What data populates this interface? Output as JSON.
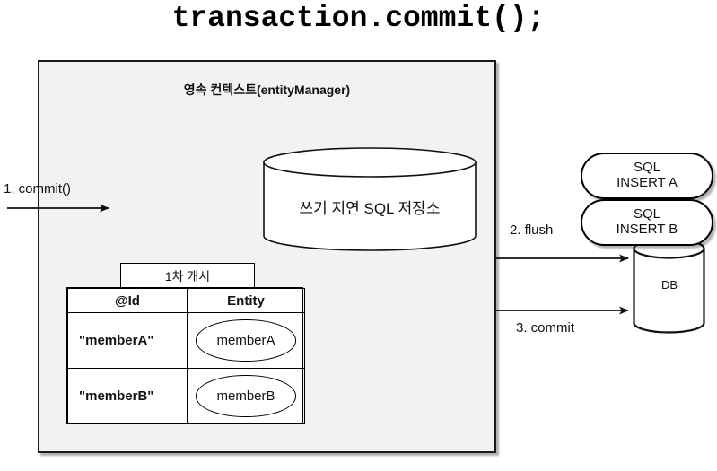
{
  "title": "transaction.commit();",
  "persistence_context": {
    "header": "영속 컨텍스트(entityManager)"
  },
  "sql_store": {
    "label": "쓰기 지연 SQL 저장소"
  },
  "cache": {
    "tab_label": "1차 캐시",
    "columns": [
      "@Id",
      "Entity"
    ],
    "rows": [
      {
        "id": "\"memberA\"",
        "entity": "memberA"
      },
      {
        "id": "\"memberB\"",
        "entity": "memberB"
      }
    ]
  },
  "flow": {
    "step1": "1. commit()",
    "step2": "2. flush",
    "step3": "3. commit"
  },
  "sql_statements": [
    {
      "line1": "SQL",
      "line2": "INSERT A"
    },
    {
      "line1": "SQL",
      "line2": "INSERT B"
    }
  ],
  "database": {
    "label": "DB"
  },
  "colors": {
    "context_fill": "#f2f2f2",
    "stroke": "#1a1a1a",
    "page_bg": "#ffffff"
  }
}
